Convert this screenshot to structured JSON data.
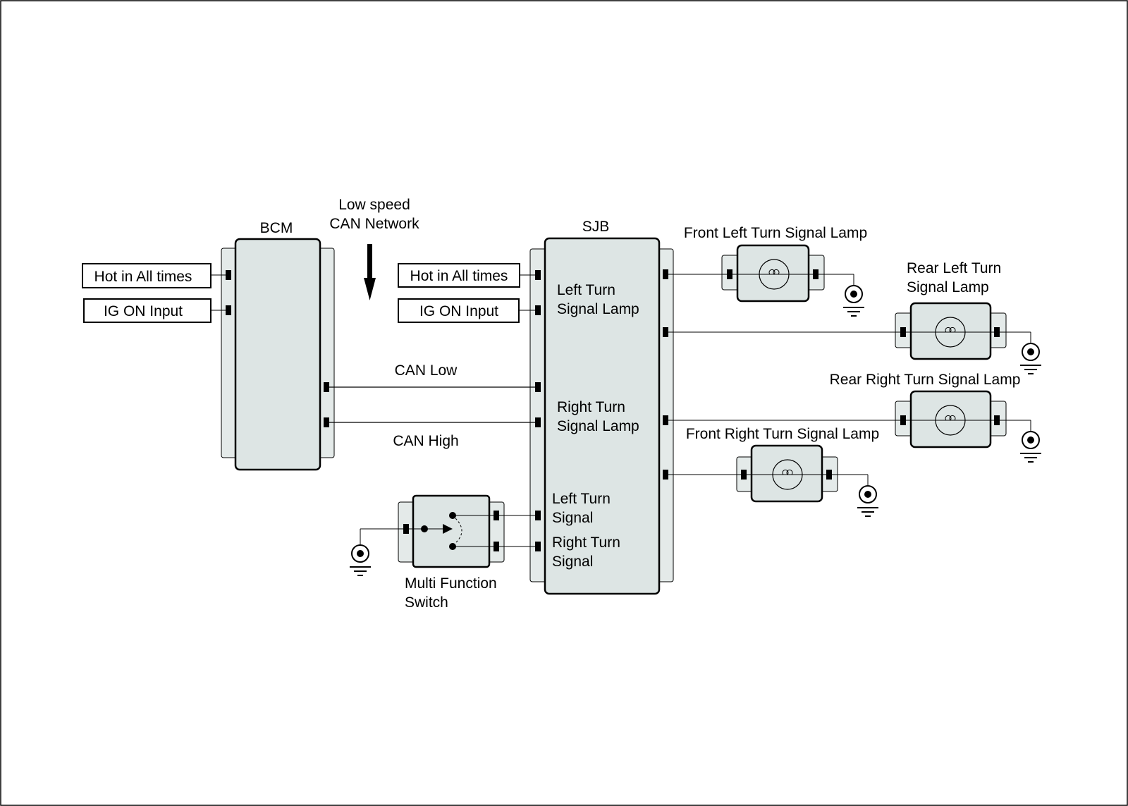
{
  "modules": {
    "bcm": {
      "label": "BCM"
    },
    "sjb": {
      "label": "SJB"
    }
  },
  "network": {
    "line1": "Low speed",
    "line2": "CAN Network"
  },
  "bcm_inputs": {
    "hot": "Hot in All times",
    "ig": "IG ON Input"
  },
  "sjb_inputs": {
    "hot": "Hot in All times",
    "ig": "IG ON Input"
  },
  "can": {
    "low": "CAN Low",
    "high": "CAN High"
  },
  "sjb_internal": {
    "left_lamp_line1": "Left Turn",
    "left_lamp_line2": "Signal Lamp",
    "right_lamp_line1": "Right Turn",
    "right_lamp_line2": "Signal Lamp",
    "left_signal_line1": "Left Turn",
    "left_signal_line2": "Signal",
    "right_signal_line1": "Right Turn",
    "right_signal_line2": "Signal"
  },
  "lamps": {
    "front_left": "Front Left Turn Signal Lamp",
    "rear_left_line1": "Rear Left Turn",
    "rear_left_line2": "Signal Lamp",
    "rear_right": "Rear Right Turn Signal Lamp",
    "front_right": "Front Right Turn Signal Lamp"
  },
  "switch": {
    "line1": "Multi Function",
    "line2": "Switch"
  }
}
